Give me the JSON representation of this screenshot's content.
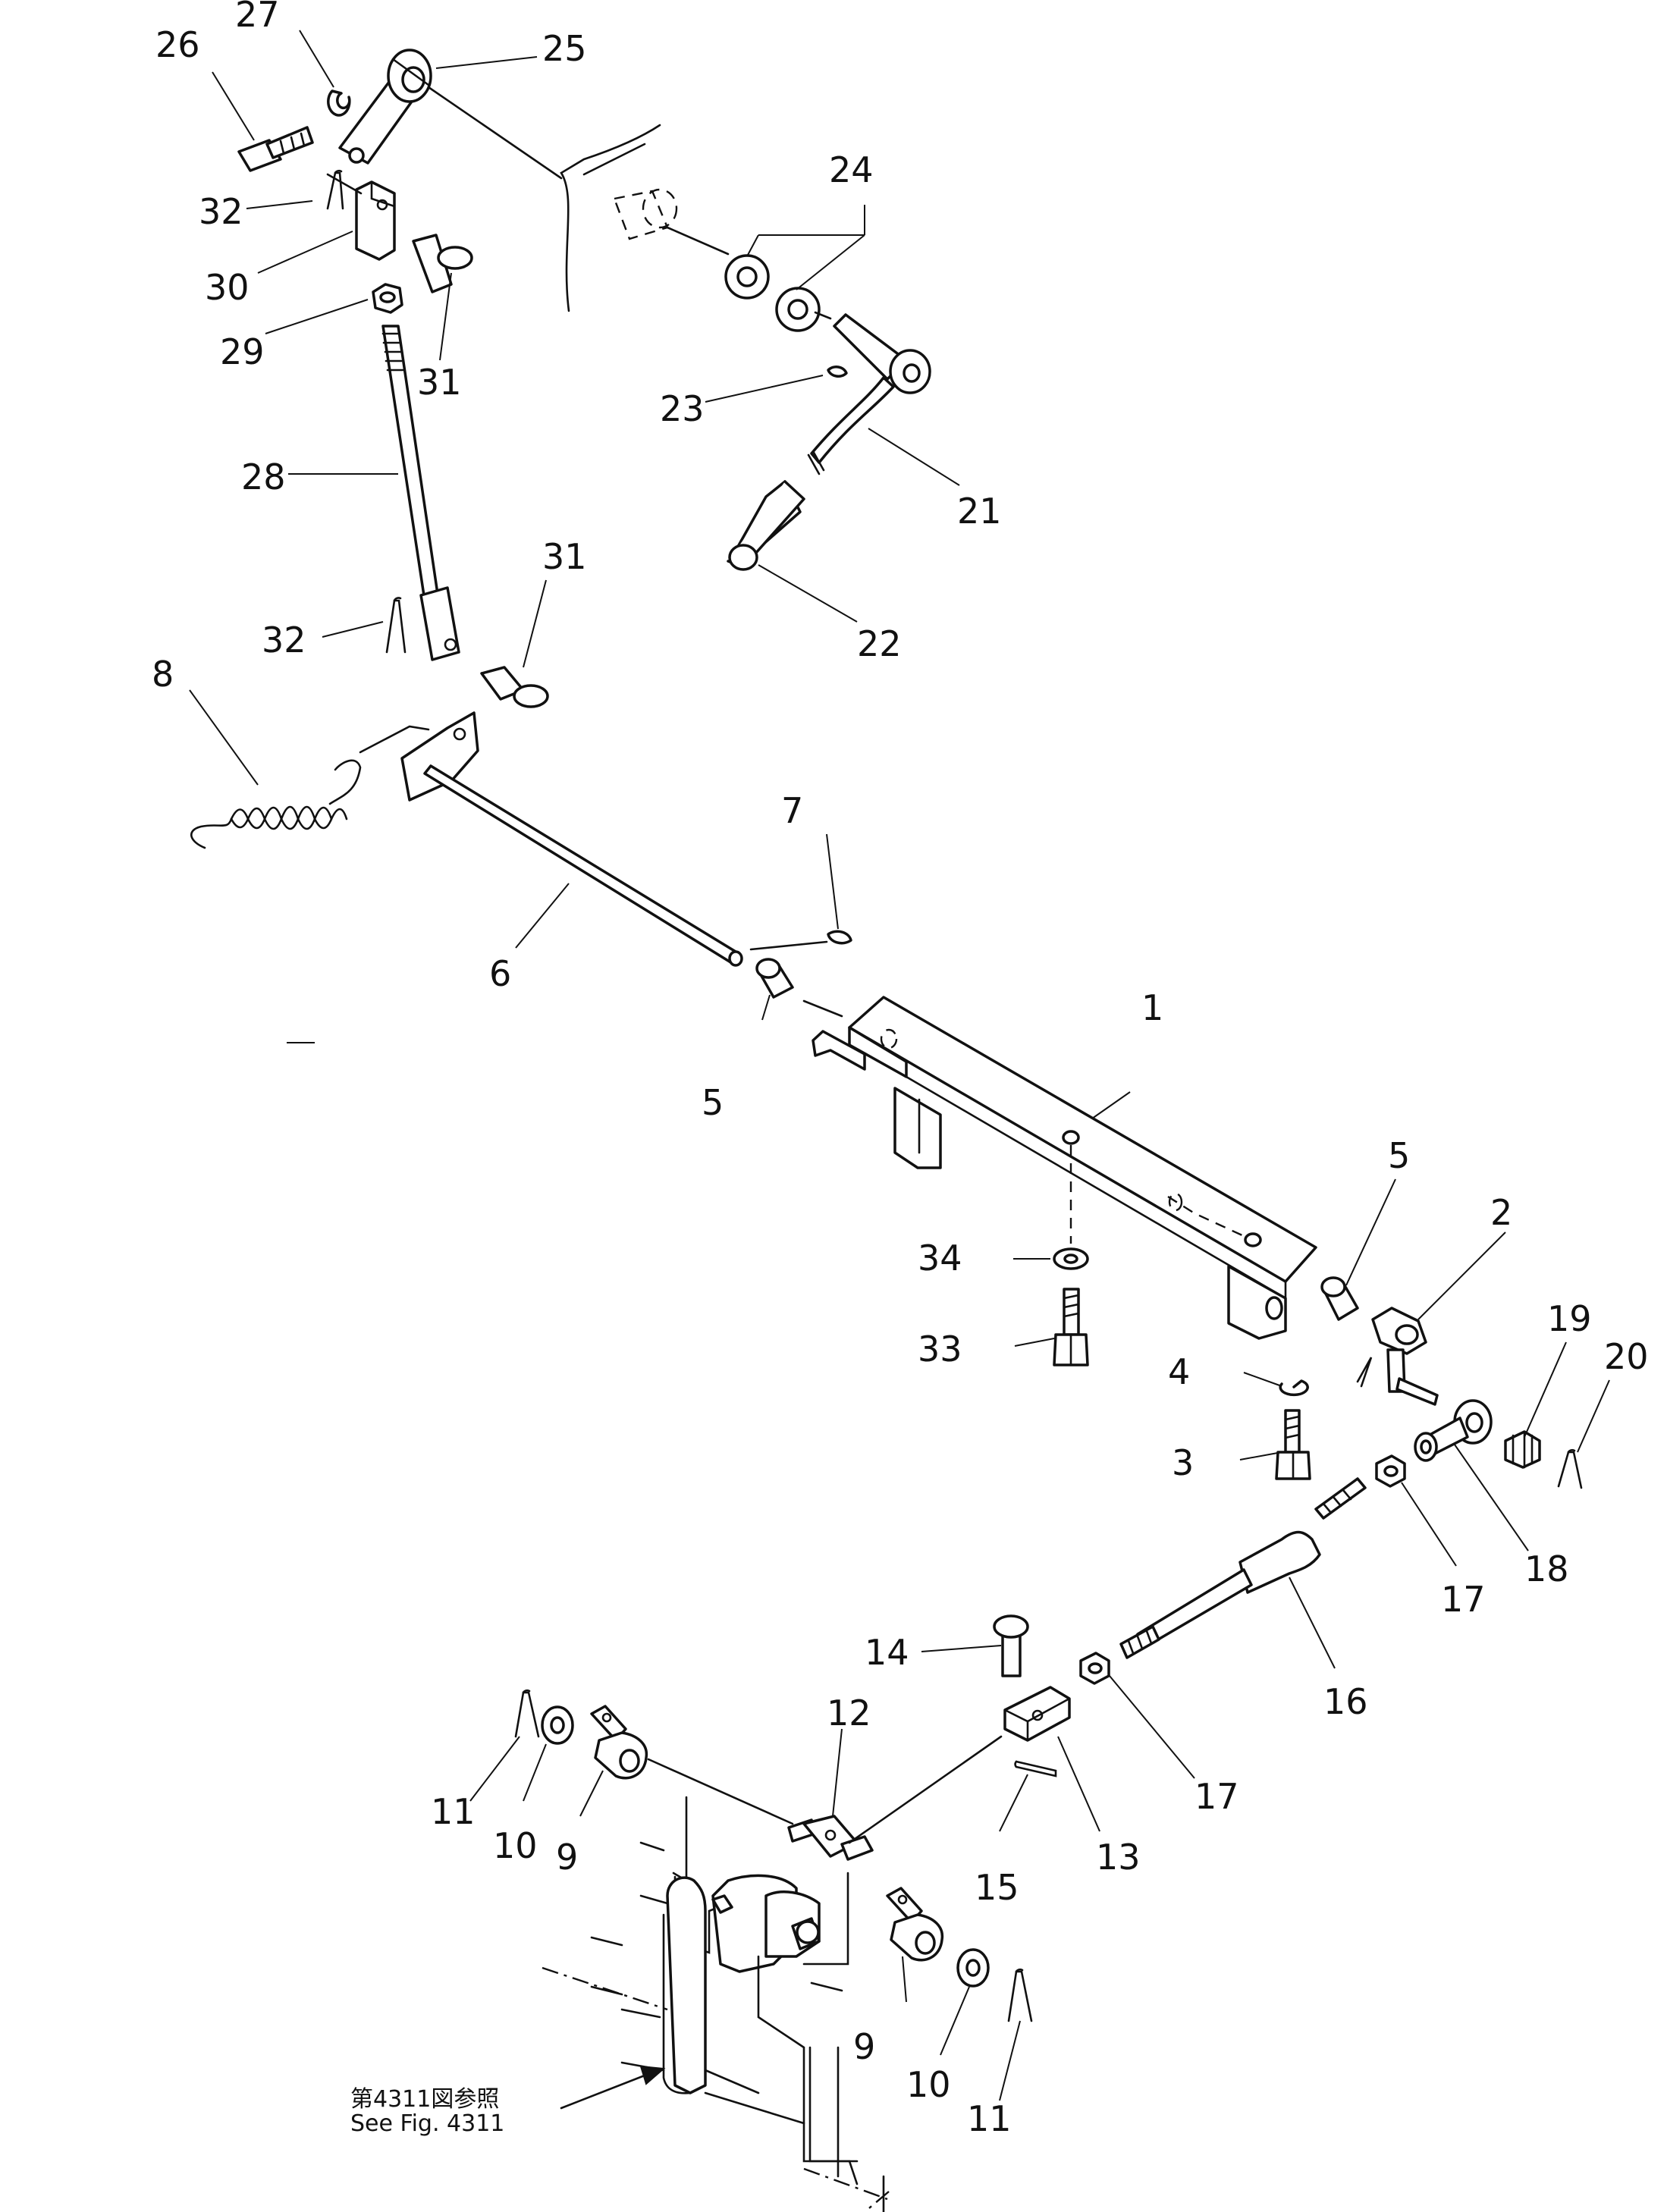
{
  "callouts": [
    "1",
    "2",
    "3",
    "4",
    "5",
    "5",
    "6",
    "7",
    "8",
    "9",
    "9",
    "10",
    "10",
    "11",
    "11",
    "12",
    "13",
    "14",
    "15",
    "16",
    "17",
    "17",
    "18",
    "19",
    "20",
    "21",
    "22",
    "23",
    "24",
    "25",
    "26",
    "27",
    "28",
    "29",
    "30",
    "31",
    "31",
    "32",
    "32",
    "33",
    "34"
  ],
  "reference_note": {
    "japanese": "第4311図参照",
    "english": "See Fig. 4311"
  }
}
